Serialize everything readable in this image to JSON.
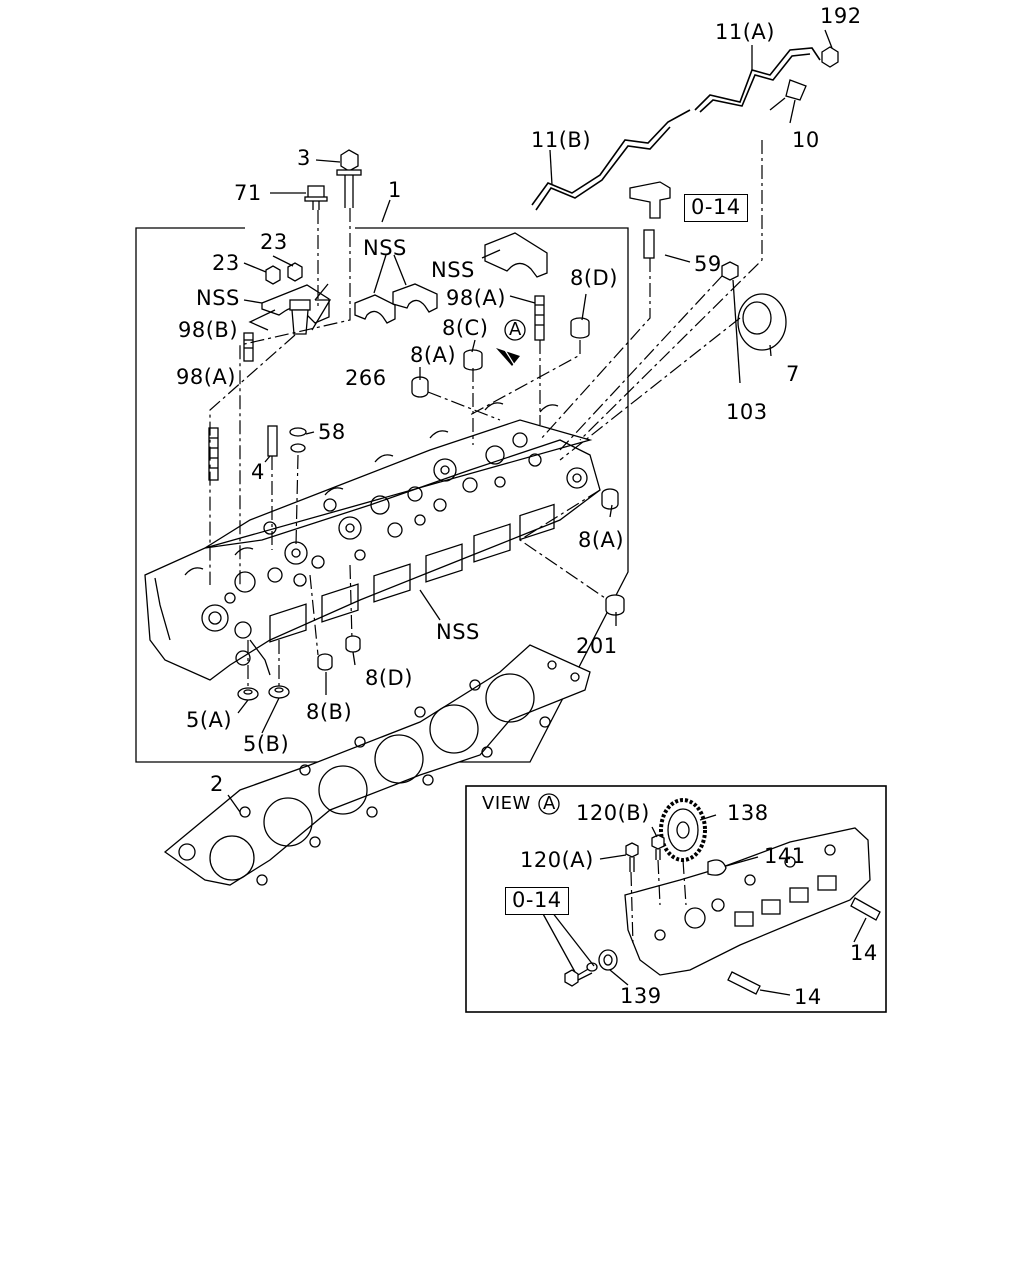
{
  "callouts": {
    "p192": "192",
    "p11a": "11(A)",
    "p11b": "11(B)",
    "p10": "10",
    "p3": "3",
    "p71": "71",
    "p1": "1",
    "p014_top": "0-14",
    "p23a": "23",
    "p23b": "23",
    "pNSS_a": "NSS",
    "pNSS_b": "NSS",
    "pNSS_c": "NSS",
    "pNSS_d": "NSS",
    "p59": "59",
    "p98a_top": "98(A)",
    "p8d_top": "8(D)",
    "p98b": "98(B)",
    "p8c": "8(C)",
    "pA_mark": "A",
    "p7": "7",
    "p8a_top": "8(A)",
    "p98a_left": "98(A)",
    "p266": "266",
    "p103": "103",
    "p58": "58",
    "p4": "4",
    "p8a_right": "8(A)",
    "p201": "201",
    "p8d_bottom": "8(D)",
    "p8b": "8(B)",
    "p5a": "5(A)",
    "p5b": "5(B)",
    "p2": "2"
  },
  "view_a": {
    "title": "VIEW",
    "title_mark": "A",
    "p120b": "120(B)",
    "p138": "138",
    "p120a": "120(A)",
    "p141": "141",
    "p014": "0-14",
    "p14a": "14",
    "p14b": "14",
    "p139": "139"
  }
}
